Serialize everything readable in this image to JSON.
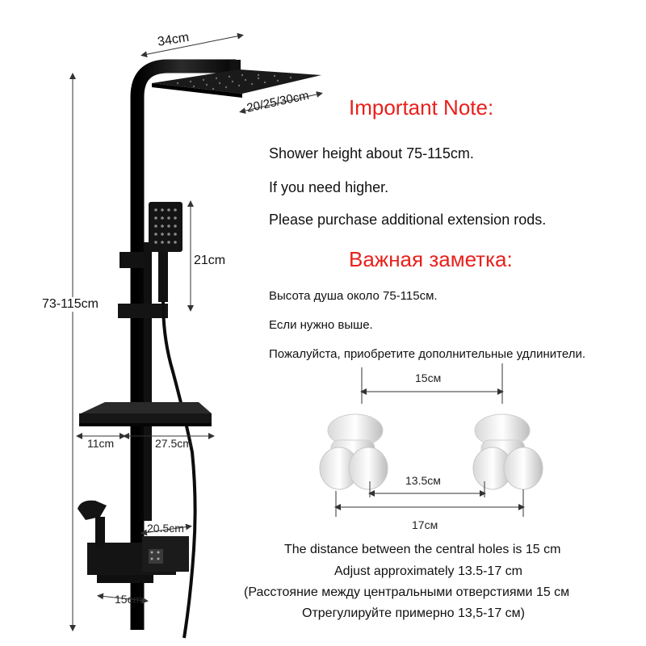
{
  "dimensions": {
    "head_width": "34cm",
    "head_sizes": "20/25/30cm",
    "height": "73-115cm",
    "hand_shower": "21cm",
    "shelf_left": "11cm",
    "shelf_right": "27.5cm",
    "spout": "20.5cm",
    "valve": "15cm"
  },
  "note_en": {
    "title": "Important  Note:",
    "lines": [
      "Shower height about 75-115cm.",
      "If you need higher.",
      "Please purchase additional extension rods."
    ]
  },
  "note_ru": {
    "title": "Важная заметка:",
    "lines": [
      "Высота душа около 75-115см.",
      "Если нужно выше.",
      "Пожалуйста, приобретите дополнительные удлинители."
    ]
  },
  "connector": {
    "top": "15см",
    "mid": "13.5см",
    "bottom": "17см"
  },
  "captions": [
    "The distance between the central holes is 15 cm",
    "Adjust approximately 13.5-17 cm",
    "(Расстояние между центральными отверстиями 15 см",
    "Отрегулируйте примерно 13,5-17 см)"
  ],
  "colors": {
    "title_red": "#e8201c",
    "product_black": "#151515"
  }
}
